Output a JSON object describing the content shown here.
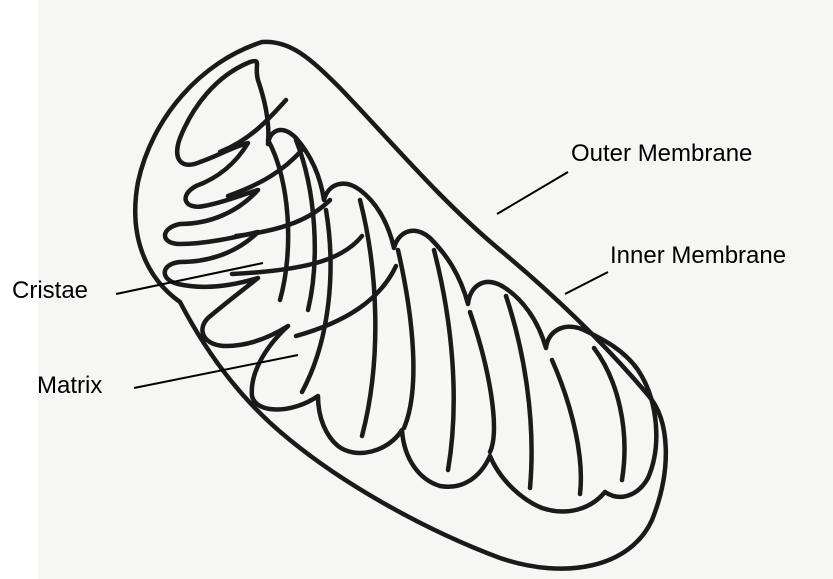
{
  "labels": {
    "outer_membrane": "Outer Membrane",
    "inner_membrane": "Inner Membrane",
    "cristae": "Cristae",
    "matrix": "Matrix"
  },
  "colors": {
    "ink": "#1a1a1a",
    "paper": "#f6f6f5",
    "label_text": "#000000"
  }
}
